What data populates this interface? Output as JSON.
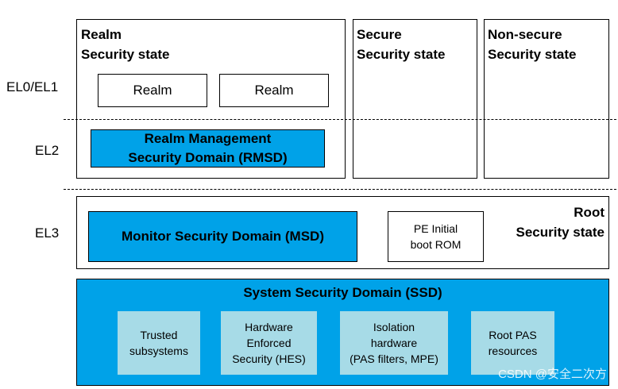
{
  "levels": {
    "el01": "EL0/EL1",
    "el2": "EL2",
    "el3": "EL3"
  },
  "realm_state": {
    "title_line1": "Realm",
    "title_line2": "Security state",
    "realm1": "Realm",
    "realm2": "Realm",
    "rmsd_line1": "Realm Management",
    "rmsd_line2": "Security Domain (RMSD)"
  },
  "secure_state": {
    "title_line1": "Secure",
    "title_line2": "Security state"
  },
  "nonsecure_state": {
    "title_line1": "Non-secure",
    "title_line2": "Security state"
  },
  "root_state": {
    "msd": "Monitor Security Domain (MSD)",
    "rom_line1": "PE Initial",
    "rom_line2": "boot ROM",
    "title_line1": "Root",
    "title_line2": "Security state"
  },
  "ssd": {
    "title": "System Security Domain (SSD)",
    "items": [
      {
        "line1": "Trusted",
        "line2": "subsystems",
        "line3": ""
      },
      {
        "line1": "Hardware",
        "line2": "Enforced",
        "line3": "Security (HES)"
      },
      {
        "line1": "Isolation",
        "line2": "hardware",
        "line3": "(PAS filters, MPE)"
      },
      {
        "line1": "Root PAS",
        "line2": "resources",
        "line3": ""
      }
    ]
  },
  "watermark": "CSDN @安全二次方",
  "colors": {
    "domain_blue": "#00a2e8",
    "component_lightblue": "#a7dbe7"
  }
}
